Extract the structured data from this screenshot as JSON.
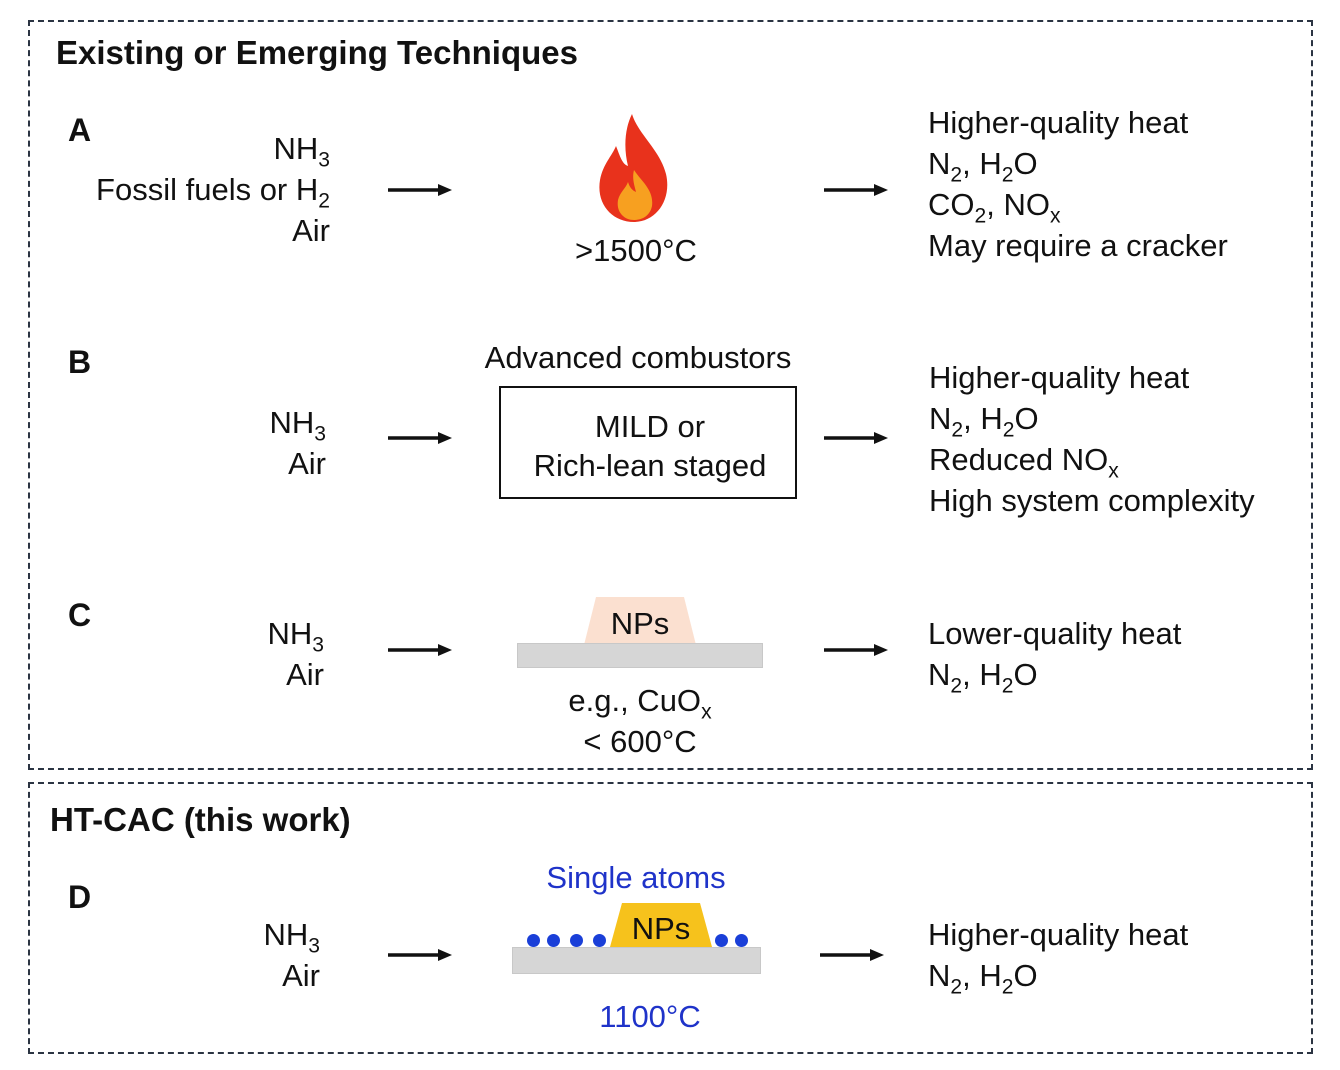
{
  "colors": {
    "border": "#2b3442",
    "blue_text": "#1f33c9",
    "dot": "#1a3fd8",
    "np_peach": "#fbe0d0",
    "np_gold": "#f6c21c",
    "substrate": "#d6d6d6",
    "flame_outer": "#e8321c",
    "flame_inner": "#f7a020"
  },
  "panel_top": {
    "title": "Existing or Emerging Techniques",
    "A": {
      "letter": "A",
      "inputs": [
        "NH",
        "3",
        "Fossil fuels or H",
        "2",
        "Air"
      ],
      "icon": "flame-icon",
      "temp": ">1500°C",
      "outputs": {
        "l1": "Higher-quality heat",
        "l2": [
          "N",
          "2",
          ", H",
          "2",
          "O"
        ],
        "l3": [
          "CO",
          "2",
          ", NO",
          "x"
        ],
        "l4": "May require a cracker"
      }
    },
    "B": {
      "letter": "B",
      "inputs": [
        "NH",
        "3",
        "Air"
      ],
      "box_title": "Advanced combustors",
      "box_lines": [
        "MILD or",
        "Rich-lean staged"
      ],
      "outputs": {
        "l1": "Higher-quality heat",
        "l2": [
          "N",
          "2",
          ", H",
          "2",
          "O"
        ],
        "l3": [
          "Reduced NO",
          "x"
        ],
        "l4": "High system complexity"
      }
    },
    "C": {
      "letter": "C",
      "inputs": [
        "NH",
        "3",
        "Air"
      ],
      "np_label": "NPs",
      "catalyst": [
        "e.g., CuO",
        "x"
      ],
      "temp": "< 600°C",
      "outputs": {
        "l1": "Lower-quality heat",
        "l2": [
          "N",
          "2",
          ", H",
          "2",
          "O"
        ]
      }
    }
  },
  "panel_bottom": {
    "title": "HT-CAC (this work)",
    "D": {
      "letter": "D",
      "inputs": [
        "NH",
        "3",
        "Air"
      ],
      "single_atoms": "Single atoms",
      "np_label": "NPs",
      "temp": "1100°C",
      "outputs": {
        "l1": "Higher-quality heat",
        "l2": [
          "N",
          "2",
          ", H",
          "2",
          "O"
        ]
      }
    }
  }
}
